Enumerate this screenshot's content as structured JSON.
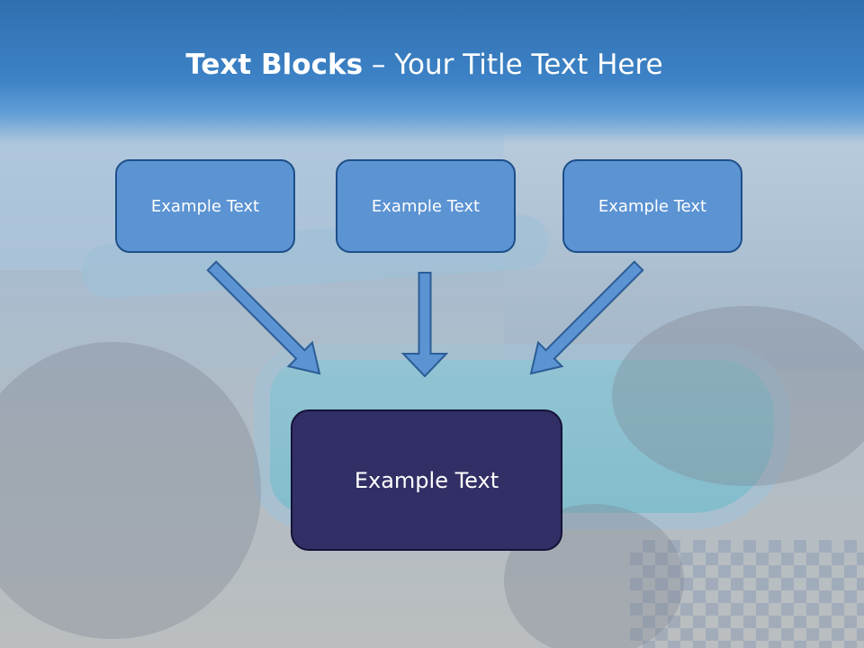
{
  "slide": {
    "title_bold": "Text Blocks",
    "title_rest": " – Your Title Text Here",
    "boxes": [
      {
        "label": "Example Text"
      },
      {
        "label": "Example Text"
      },
      {
        "label": "Example Text"
      }
    ],
    "main_box": {
      "label": "Example Text"
    }
  },
  "colors": {
    "header": "#3d82c6",
    "box_fill": "#5b93d3",
    "box_border": "#1e4f88",
    "main_fill": "#322f66",
    "arrow_fill": "#5b93d3",
    "arrow_stroke": "#2c5d95"
  },
  "icons": [
    "down-right-arrow-icon",
    "down-arrow-icon",
    "down-left-arrow-icon"
  ]
}
